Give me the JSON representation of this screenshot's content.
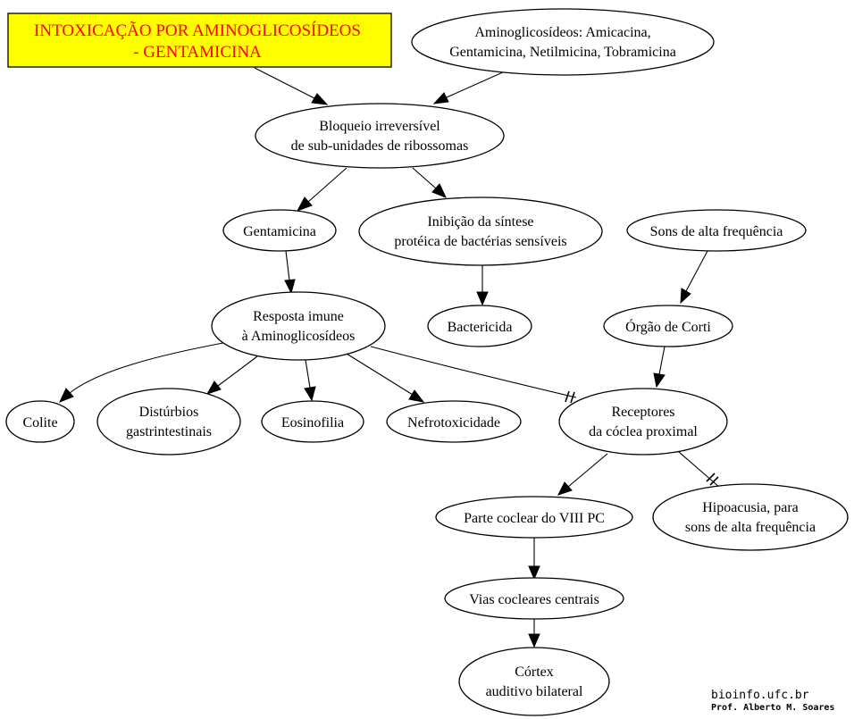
{
  "title": {
    "line1": "INTOXICAÇÃO POR AMINOGLICOSÍDEOS",
    "line2": "- GENTAMICINA",
    "fill_color": "#ffff00",
    "text_color": "#ff0000"
  },
  "nodes": {
    "aminoglicosideos": {
      "line1": "Aminoglicosídeos: Amicacina,",
      "line2": "Gentamicina, Netilmicina, Tobramicina"
    },
    "bloqueio": {
      "line1": "Bloqueio irreversível",
      "line2": "de sub-unidades de ribossomas"
    },
    "gentamicina": {
      "line1": "Gentamicina"
    },
    "inibicao": {
      "line1": "Inibição da síntese",
      "line2": "protéica de bactérias sensíveis"
    },
    "sons": {
      "line1": "Sons de alta frequência"
    },
    "resposta": {
      "line1": "Resposta imune",
      "line2": "à Aminoglicosídeos"
    },
    "bactericida": {
      "line1": "Bactericida"
    },
    "orgao_corti": {
      "line1": "Órgão de Corti"
    },
    "colite": {
      "line1": "Colite"
    },
    "disturbios": {
      "line1": "Distúrbios",
      "line2": "gastrintestinais"
    },
    "eosinofilia": {
      "line1": "Eosinofilia"
    },
    "nefrotoxicidade": {
      "line1": "Nefrotoxicidade"
    },
    "receptores": {
      "line1": "Receptores",
      "line2": "da cóclea proximal"
    },
    "parte_coclear": {
      "line1": "Parte coclear do VIII PC"
    },
    "hipoacusia": {
      "line1": "Hipoacusia, para",
      "line2": "sons de alta frequência"
    },
    "vias": {
      "line1": "Vias cocleares centrais"
    },
    "cortex": {
      "line1": "Córtex",
      "line2": "auditivo bilateral"
    }
  },
  "credits": {
    "site": "bioinfo.ufc.br",
    "author": "Prof. Alberto M. Soares"
  }
}
